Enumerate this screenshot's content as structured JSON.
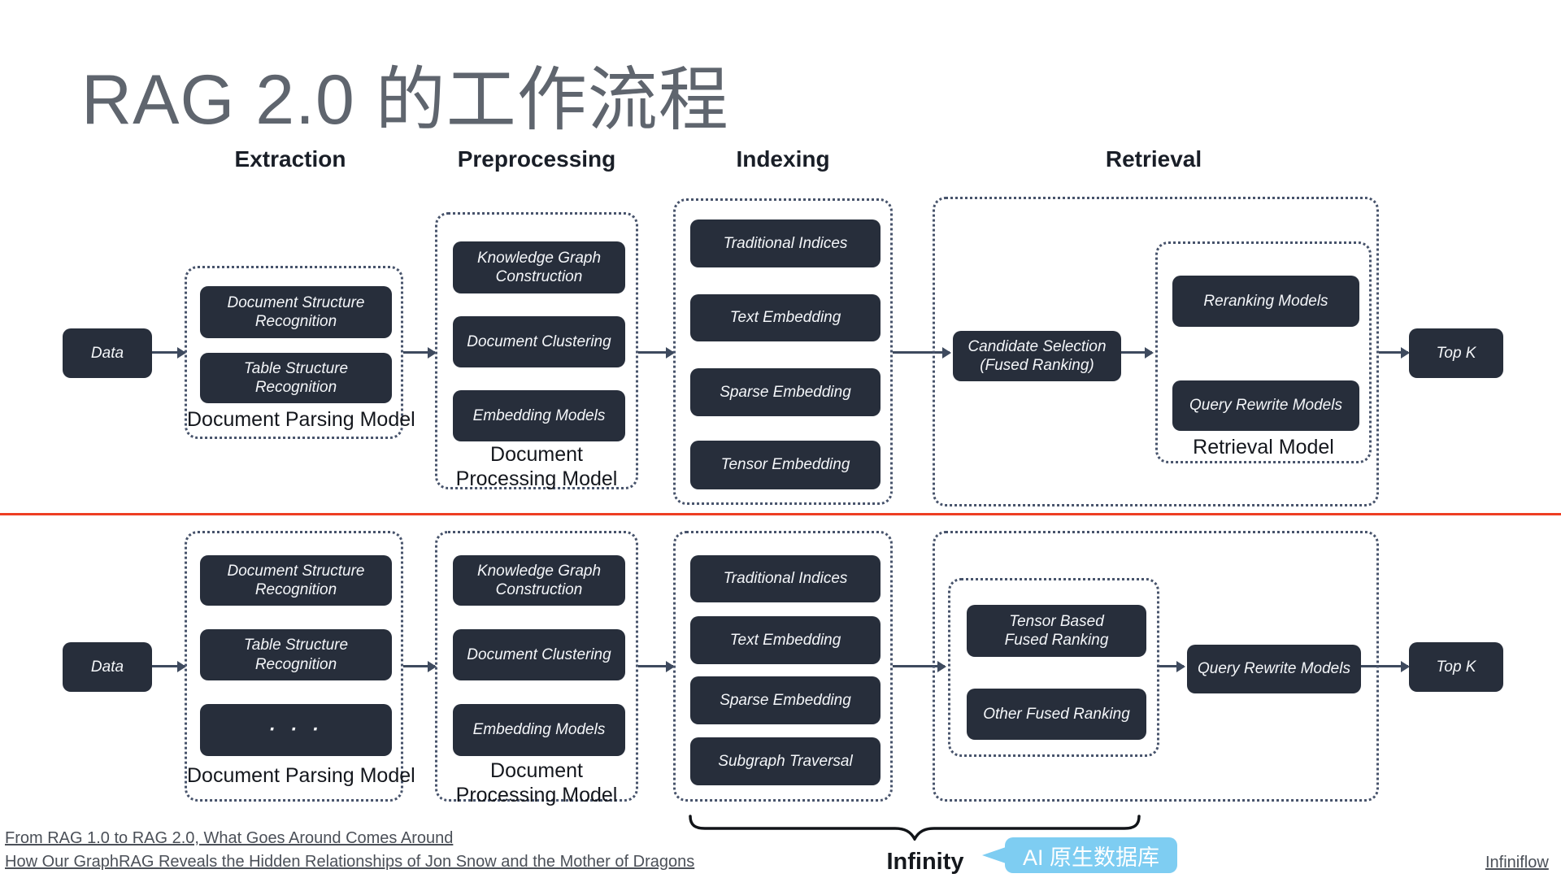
{
  "slide": {
    "title": "RAG 2.0 的工作流程"
  },
  "headers": {
    "extraction": "Extraction",
    "preprocessing": "Preprocessing",
    "indexing": "Indexing",
    "retrieval": "Retrieval"
  },
  "top": {
    "data": "Data",
    "parsing": {
      "caption": "Document Parsing Model",
      "boxes": [
        "Document Structure Recognition",
        "Table Structure Recognition"
      ]
    },
    "processing": {
      "caption": "Document Processing Model",
      "boxes": [
        "Knowledge Graph Construction",
        "Document Clustering",
        "Embedding Models"
      ]
    },
    "indexing": {
      "boxes": [
        "Traditional Indices",
        "Text Embedding",
        "Sparse Embedding",
        "Tensor Embedding"
      ]
    },
    "retrieval": {
      "candidate": "Candidate Selection (Fused Ranking)",
      "model_group": {
        "caption": "Retrieval Model",
        "boxes": [
          "Reranking Models",
          "Query Rewrite Models"
        ]
      }
    },
    "topk": "Top K"
  },
  "bottom": {
    "data": "Data",
    "parsing": {
      "caption": "Document Parsing Model",
      "boxes": [
        "Document Structure Recognition",
        "Table Structure Recognition",
        "· · ·"
      ]
    },
    "processing": {
      "caption": "Document Processing Model",
      "boxes": [
        "Knowledge Graph Construction",
        "Document Clustering",
        "Embedding Models"
      ]
    },
    "indexing": {
      "boxes": [
        "Traditional Indices",
        "Text Embedding",
        "Sparse Embedding",
        "Subgraph Traversal"
      ]
    },
    "retrieval": {
      "fused_group": {
        "boxes": [
          "Tensor Based Fused Ranking",
          "Other Fused Ranking"
        ]
      },
      "query_rewrite": "Query Rewrite Models"
    },
    "topk": "Top K"
  },
  "footer": {
    "links": [
      "From RAG 1.0 to RAG 2.0, What Goes Around Comes Around",
      "How Our GraphRAG Reveals the Hidden Relationships of Jon Snow and the Mother of Dragons"
    ],
    "infinity": "Infinity",
    "badge": "AI 原生数据库",
    "infiniflow": "Infiniflow"
  },
  "colors": {
    "box_bg": "#272e3b",
    "group_border": "#47536b",
    "divider_red": "#ee3e23",
    "badge_blue": "#7ecdf2",
    "arrow": "#3e4a5e"
  }
}
